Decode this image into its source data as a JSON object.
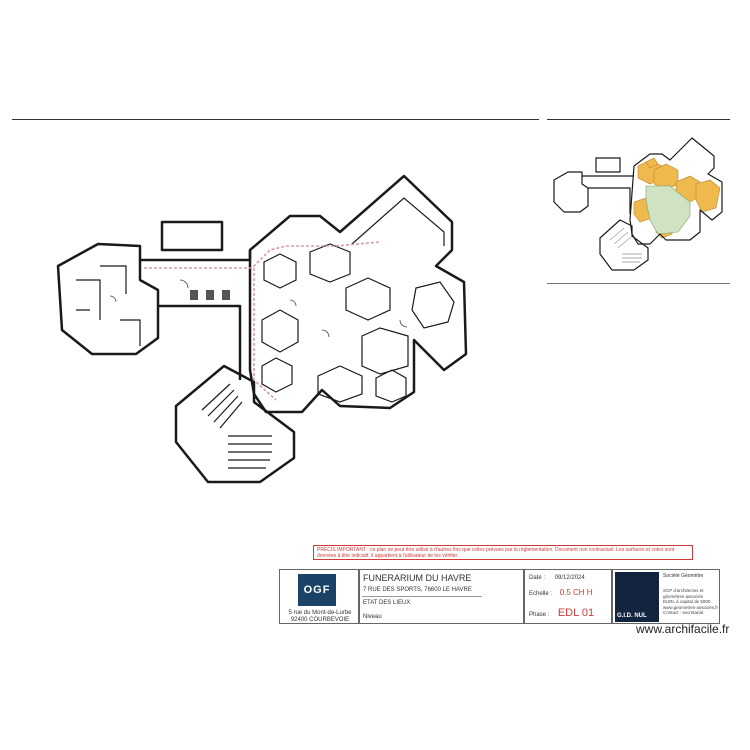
{
  "warning": {
    "text": "PRÉCIS IMPORTANT : ce plan ne peut être utilisé à d'autres fins que celles prévues par la réglementation. Document non contractuel. Les surfaces et cotes sont données à titre indicatif, il appartient à l'utilisateur de les vérifier."
  },
  "title_block": {
    "logo_text": "OGF",
    "client_address_line1": "5 rue du Mont-de-Lurbe",
    "client_address_line2": "92400 COURBEVOIE",
    "site_name": "FUNERARIUM DU HAVRE",
    "site_address": "7 RUE DES SPORTS, 76600 LE HAVRE",
    "doc_type": "ETAT DES LIEUX",
    "level": "Niveau",
    "date_label": "Date :",
    "date_value": "09/12/2024",
    "indice_label": "Echelle :",
    "indice_value": "0.5 CH H",
    "phase_label": "Phase :",
    "phase_value": "EDL 01",
    "company_name": "G.I.D. NUL",
    "company_info": "Société Géomètre",
    "company_lines": [
      "SCP d'architectes et",
      "géomètres associés",
      "EURL à capital de 5000",
      "www.geometres-associés.fr",
      "Contact : secretariat"
    ]
  },
  "watermark": "www.archifacile.fr",
  "colors": {
    "wall": "#1a1a1a",
    "accent_red": "#d23a3a",
    "zone_yellow": "#f0b94d",
    "zone_green": "#cfe3c2",
    "logo_bg": "#1b4368",
    "company_bg": "#13243f"
  }
}
